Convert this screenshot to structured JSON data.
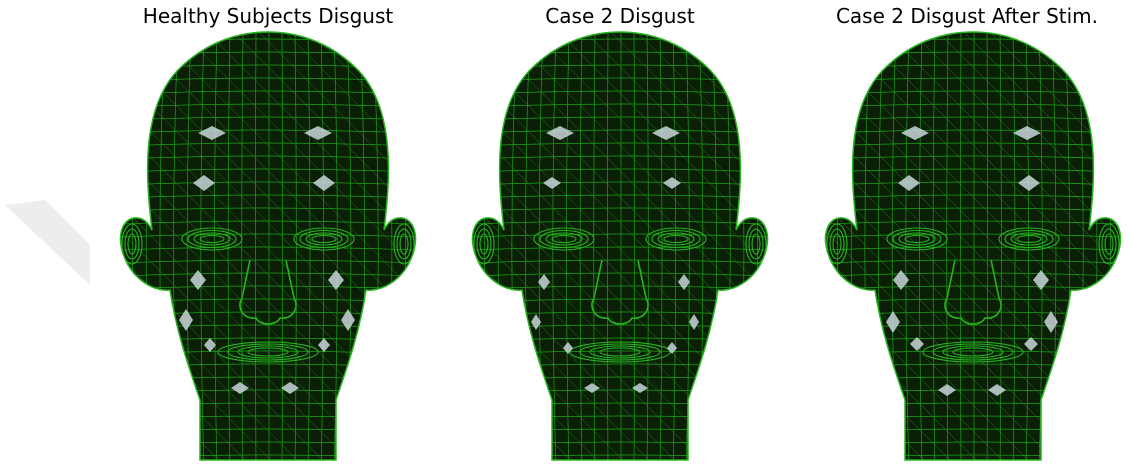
{
  "figure": {
    "panels": [
      {
        "title": "Healthy Subjects Disgust"
      },
      {
        "title": "Case 2 Disgust"
      },
      {
        "title": "Case 2 Disgust After Stim."
      }
    ],
    "colors": {
      "background": "#ffffff",
      "face_fill": "#0a1f06",
      "mesh_line": "#1fa31a",
      "mesh_line_dense": "#27b51f",
      "highlight": "#c9d6dc",
      "title_text": "#000000"
    }
  }
}
